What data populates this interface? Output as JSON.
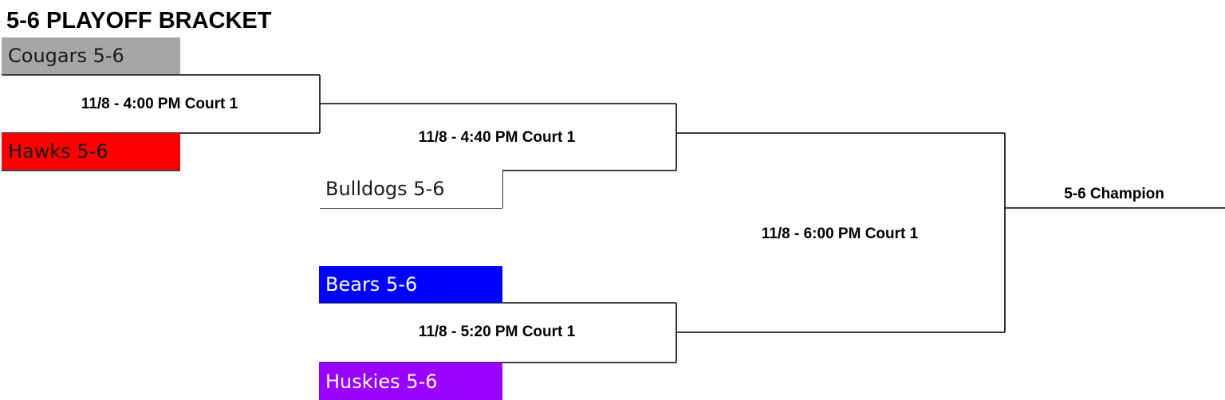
{
  "bracket": {
    "title": "5-6 PLAYOFF BRACKET",
    "teams": [
      {
        "name": "Cougars 5-6",
        "bg": "#a6a6a6",
        "color": "#1a1a1a"
      },
      {
        "name": "Hawks 5-6",
        "bg": "#ff0000",
        "color": "#1a1a1a"
      },
      {
        "name": "Bulldogs 5-6",
        "bg": "#ffffff",
        "color": "#1a1a1a"
      },
      {
        "name": "Bears 5-6",
        "bg": "#0000ff",
        "color": "#ffffff"
      },
      {
        "name": "Huskies 5-6",
        "bg": "#9900ff",
        "color": "#ffffff"
      }
    ],
    "matches": [
      {
        "label": "11/8 - 4:00 PM Court 1"
      },
      {
        "label": "11/8 - 4:40 PM Court 1"
      },
      {
        "label": "11/8 - 5:20 PM Court 1"
      },
      {
        "label": "11/8 - 6:00 PM Court 1"
      }
    ],
    "champion_label": "5-6 Champion",
    "line_color": "#000000"
  }
}
